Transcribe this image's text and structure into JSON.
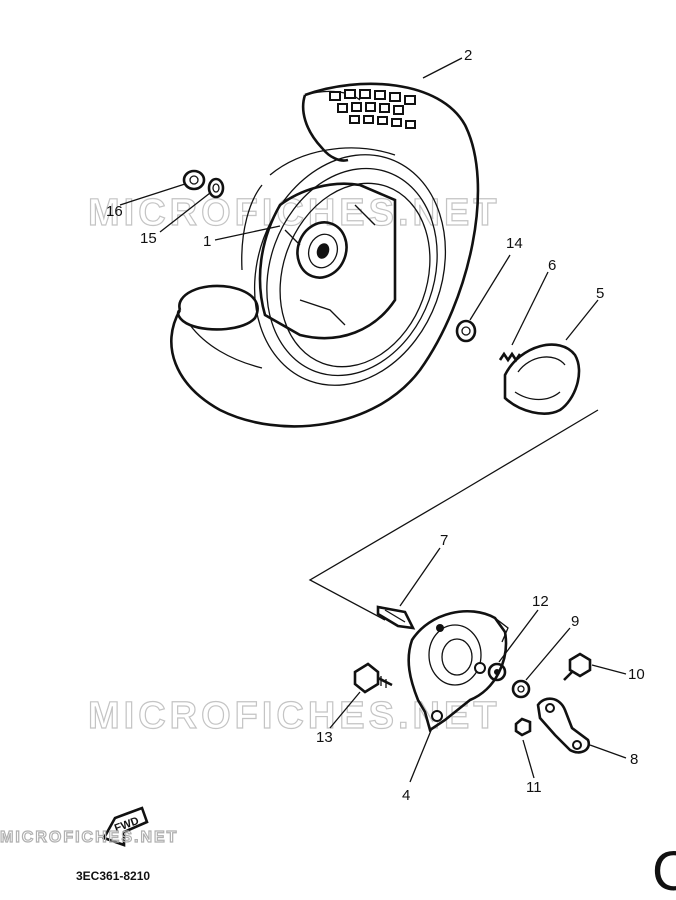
{
  "watermark": "MICROFICHES.NET",
  "part_number": "3EC361-8210",
  "fwd_label": "FWD",
  "corner_letter": "C",
  "callouts": {
    "c1": "1",
    "c2": "2",
    "c4": "4",
    "c5": "5",
    "c6": "6",
    "c7": "7",
    "c8": "8",
    "c9": "9",
    "c10": "10",
    "c11": "11",
    "c12": "12",
    "c13": "13",
    "c14": "14",
    "c15": "15",
    "c16": "16"
  }
}
